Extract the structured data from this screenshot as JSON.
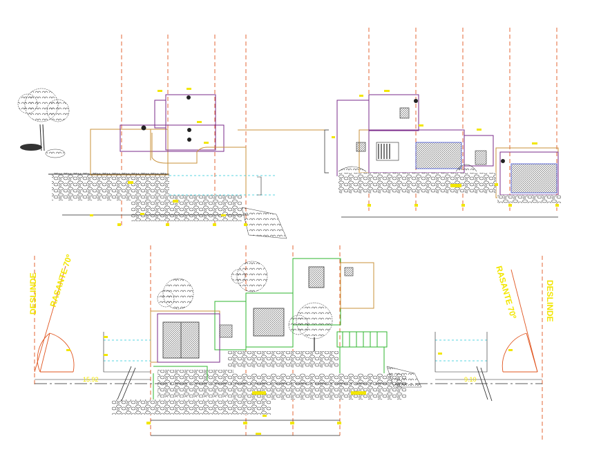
{
  "labels": {
    "deslinde_left": "DESLINDE",
    "rasante_left": "RASANTE 70º",
    "rasante_right": "RASANTE 70º",
    "deslinde_right": "DESLINDE",
    "dim_left": "15.92",
    "dim_right": "9.10"
  },
  "colors": {
    "axis": "#e0541e",
    "wall": "#c8913a",
    "accent": "#7a2a8a",
    "green": "#2cb52c",
    "blue": "#3b4bd0",
    "cyan": "#20c8d8",
    "yellow": "#f2e600",
    "ink": "#222222"
  }
}
